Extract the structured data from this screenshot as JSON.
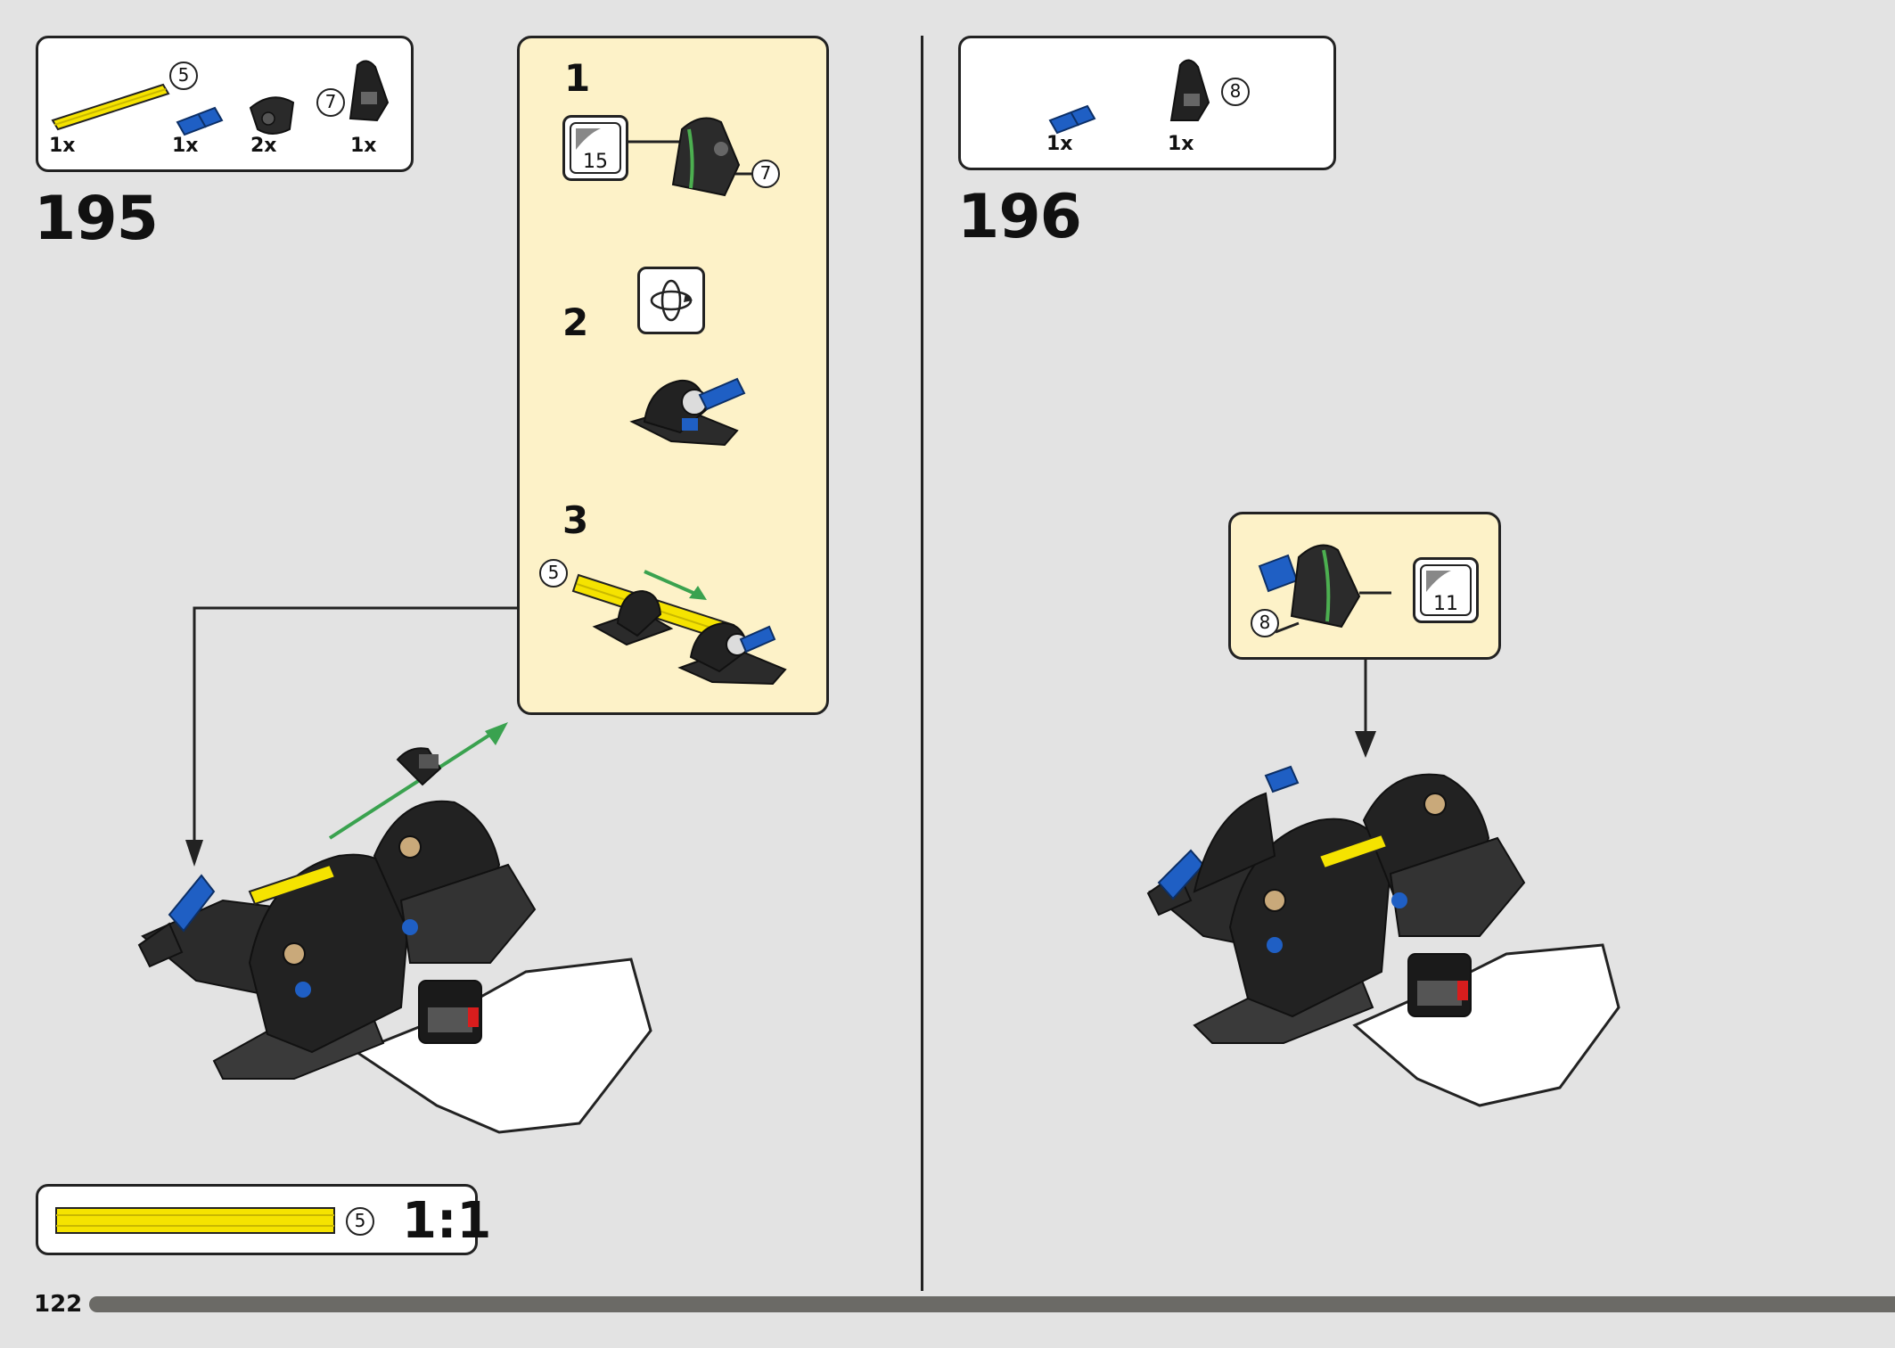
{
  "page_number": "122",
  "step195": {
    "number": "195",
    "parts": [
      {
        "qty": "1x",
        "length": "5",
        "icon": "yellow-axle-icon"
      },
      {
        "qty": "1x",
        "icon": "blue-pin-icon"
      },
      {
        "qty": "2x",
        "icon": "black-connector-icon"
      },
      {
        "qty": "1x",
        "length": "7",
        "icon": "black-panel-icon"
      }
    ],
    "subassembly": {
      "steps": [
        "1",
        "2",
        "3"
      ],
      "sticker": "15",
      "panel_axle": "7",
      "axle_length": "5"
    },
    "scale_box": {
      "length": "5",
      "ratio": "1:1"
    }
  },
  "step196": {
    "number": "196",
    "parts": [
      {
        "qty": "1x",
        "icon": "blue-pin-icon"
      },
      {
        "qty": "1x",
        "length": "8",
        "icon": "black-panel-icon"
      }
    ],
    "callout": {
      "sticker": "11",
      "axle_length": "8"
    }
  },
  "colors": {
    "page_background": "#e3e3e3",
    "callout_background": "#fdf2c8",
    "axle_yellow": "#f5e300",
    "pin_blue": "#1f5fc4",
    "part_black": "#222222",
    "arrow_green": "#3aa24f",
    "progress_bar": "#6b6a66"
  },
  "progress": 1.0
}
